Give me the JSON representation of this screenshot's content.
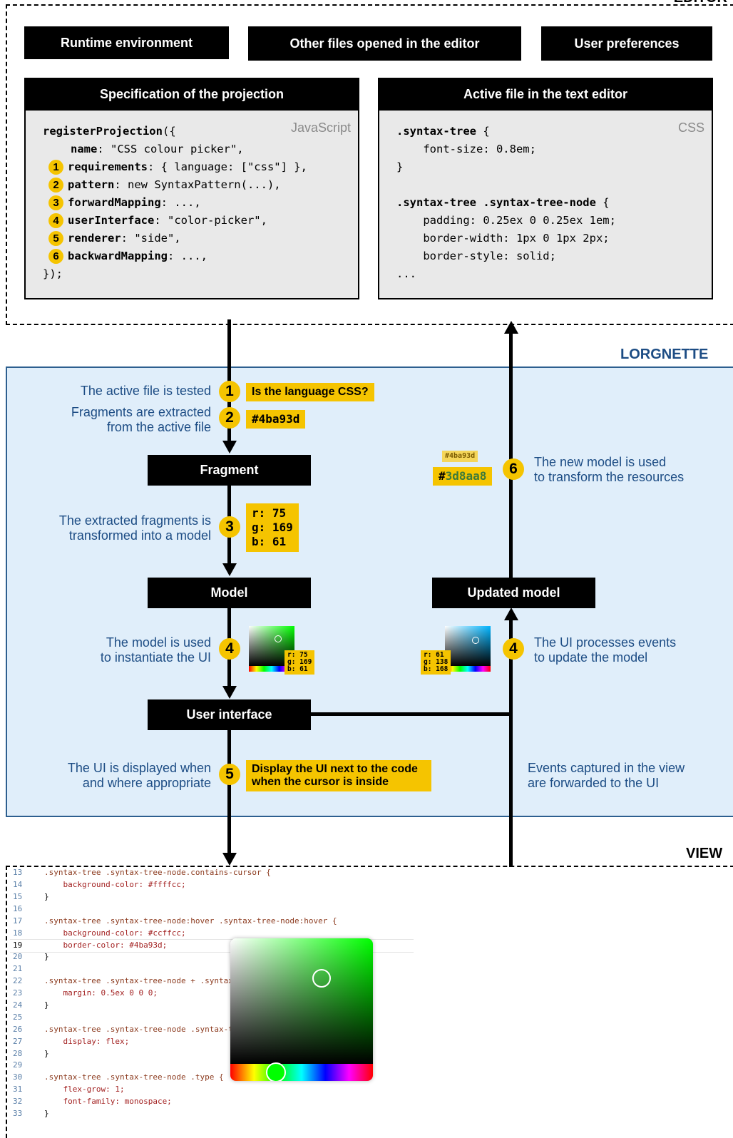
{
  "top_region": {
    "label": "EDITOR",
    "resources": [
      "Runtime environment",
      "Other files opened in the editor",
      "User preferences"
    ],
    "spec_panel": {
      "title": "Specification of the projection",
      "language": "JavaScript",
      "lines": [
        {
          "num": "",
          "key": "registerProjection",
          "rest": "({"
        },
        {
          "num": "",
          "key": "name",
          "rest": ": \"CSS colour picker\","
        },
        {
          "num": "1",
          "key": "requirements",
          "rest": ": { language: [\"css\"] },"
        },
        {
          "num": "2",
          "key": "pattern",
          "rest": ": new SyntaxPattern(...),"
        },
        {
          "num": "3",
          "key": "forwardMapping",
          "rest": ": ...,"
        },
        {
          "num": "4",
          "key": "userInterface",
          "rest": ": \"color-picker\","
        },
        {
          "num": "5",
          "key": "renderer",
          "rest": ": \"side\","
        },
        {
          "num": "6",
          "key": "backwardMapping",
          "rest": ": ...,"
        },
        {
          "num": "",
          "key": "",
          "rest": "});"
        }
      ]
    },
    "active_panel": {
      "title": "Active file in the text editor",
      "language": "CSS",
      "lines": [
        {
          "key": ".syntax-tree",
          "rest": " {"
        },
        {
          "key": "",
          "rest": "    font-size: 0.8em;"
        },
        {
          "key": "",
          "rest": "}"
        },
        {
          "key": "",
          "rest": ""
        },
        {
          "key": ".syntax-tree .syntax-tree-node",
          "rest": " {"
        },
        {
          "key": "",
          "rest": "    padding: 0.25ex 0 0.25ex 1em;"
        },
        {
          "key": "",
          "rest": "    border-width: 1px 0 1px 2px;"
        },
        {
          "key": "",
          "rest": "    border-style: solid;"
        },
        {
          "key": "",
          "rest": "..."
        }
      ]
    }
  },
  "lorgnette": {
    "label": "LORGNETTE",
    "nodes": {
      "fragment": "Fragment",
      "model": "Model",
      "ui": "User interface",
      "updated": "Updated model"
    },
    "steps": {
      "s1": {
        "num": "1",
        "text": "The active file is tested",
        "note": "Is the language CSS?"
      },
      "s2": {
        "num": "2",
        "text1": "Fragments are extracted",
        "text2": "from the active file",
        "note": "#4ba93d"
      },
      "s3": {
        "num": "3",
        "text1": "The extracted fragments is",
        "text2": "transformed into a model",
        "note": "r: 75\ng: 169\nb: 61"
      },
      "s4l": {
        "num": "4",
        "text1": "The model is used",
        "text2": "to instantiate the UI",
        "mini": "r: 75\ng: 169\nb: 61"
      },
      "s5": {
        "num": "5",
        "text1": "The UI is displayed when",
        "text2": "and where appropriate",
        "note1": "Display the UI next to the code",
        "note2": "when the cursor is inside"
      },
      "s4r": {
        "num": "4",
        "text1": "The UI processes events",
        "text2": "to update the model",
        "mini": "r: 61\ng: 138\nb: 168"
      },
      "s6": {
        "num": "6",
        "text1": "The new model is used",
        "text2": "to transform the resources",
        "old": "#4ba93d",
        "new_hash": "#",
        "new_val": "3d8aa8"
      },
      "events": {
        "text1": "Events captured in the view",
        "text2": "are forwarded to the UI"
      }
    }
  },
  "view": {
    "label": "VIEW",
    "lines": [
      {
        "n": "13",
        "t": ".syntax-tree .syntax-tree-node.contains-cursor {",
        "c": "sel"
      },
      {
        "n": "14",
        "t": "    background-color: #ffffcc;",
        "c": "prop"
      },
      {
        "n": "15",
        "t": "}",
        "c": ""
      },
      {
        "n": "16",
        "t": "",
        "c": ""
      },
      {
        "n": "17",
        "t": ".syntax-tree .syntax-tree-node:hover .syntax-tree-node:hover {",
        "c": "sel"
      },
      {
        "n": "18",
        "t": "    background-color: #ccffcc;",
        "c": "prop"
      },
      {
        "n": "19",
        "t": "    border-color: #4ba93d;",
        "c": "prop"
      },
      {
        "n": "20",
        "t": "}",
        "c": ""
      },
      {
        "n": "21",
        "t": "",
        "c": ""
      },
      {
        "n": "22",
        "t": ".syntax-tree .syntax-tree-node + .syntax",
        "c": "sel"
      },
      {
        "n": "23",
        "t": "    margin: 0.5ex 0 0 0;",
        "c": "prop"
      },
      {
        "n": "24",
        "t": "}",
        "c": ""
      },
      {
        "n": "25",
        "t": "",
        "c": ""
      },
      {
        "n": "26",
        "t": ".syntax-tree .syntax-tree-node .syntax-t",
        "c": "sel"
      },
      {
        "n": "27",
        "t": "    display: flex;",
        "c": "prop"
      },
      {
        "n": "28",
        "t": "}",
        "c": ""
      },
      {
        "n": "29",
        "t": "",
        "c": ""
      },
      {
        "n": "30",
        "t": ".syntax-tree .syntax-tree-node .type {",
        "c": "sel"
      },
      {
        "n": "31",
        "t": "    flex-grow: 1;",
        "c": "prop"
      },
      {
        "n": "32",
        "t": "    font-family: monospace;",
        "c": "prop"
      },
      {
        "n": "33",
        "t": "}",
        "c": ""
      }
    ]
  },
  "colors": {
    "accent_yellow": "#f5c400",
    "lorgnette_bg": "#e0eefa",
    "lorgnette_text": "#1c4c84",
    "old_color": "#4ba93d",
    "new_color": "#3d8aa8"
  }
}
